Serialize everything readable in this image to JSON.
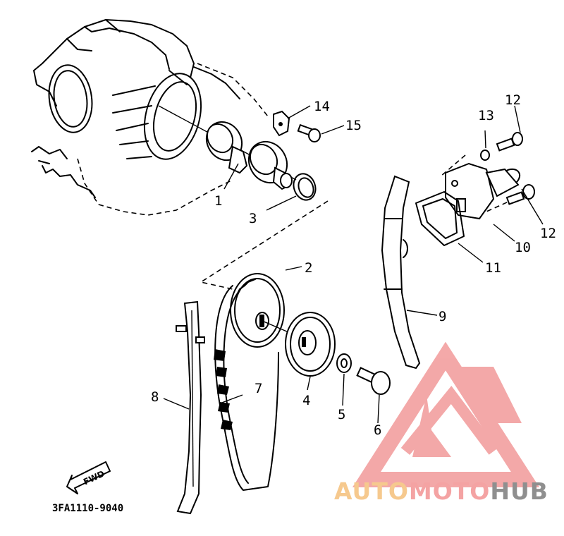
{
  "diagram": {
    "code": "3FA1110-9040",
    "fwd_label": "FWD"
  },
  "callouts": [
    {
      "id": "1",
      "label": "1"
    },
    {
      "id": "2",
      "label": "2"
    },
    {
      "id": "3",
      "label": "3"
    },
    {
      "id": "4",
      "label": "4"
    },
    {
      "id": "5",
      "label": "5"
    },
    {
      "id": "6",
      "label": "6"
    },
    {
      "id": "7",
      "label": "7"
    },
    {
      "id": "8",
      "label": "8"
    },
    {
      "id": "9",
      "label": "9"
    },
    {
      "id": "10",
      "label": "10"
    },
    {
      "id": "11",
      "label": "11"
    },
    {
      "id": "12a",
      "label": "12"
    },
    {
      "id": "12b",
      "label": "12"
    },
    {
      "id": "13",
      "label": "13"
    },
    {
      "id": "14",
      "label": "14"
    },
    {
      "id": "15",
      "label": "15"
    }
  ],
  "watermark": {
    "part1": "AUTO",
    "part2": "MOTO",
    "part3": "HUB",
    "colors": {
      "auto": "#f6c98e",
      "moto": "#f4a3a3",
      "hub": "#8f8f8f",
      "triangle": "#f29a9a"
    }
  }
}
